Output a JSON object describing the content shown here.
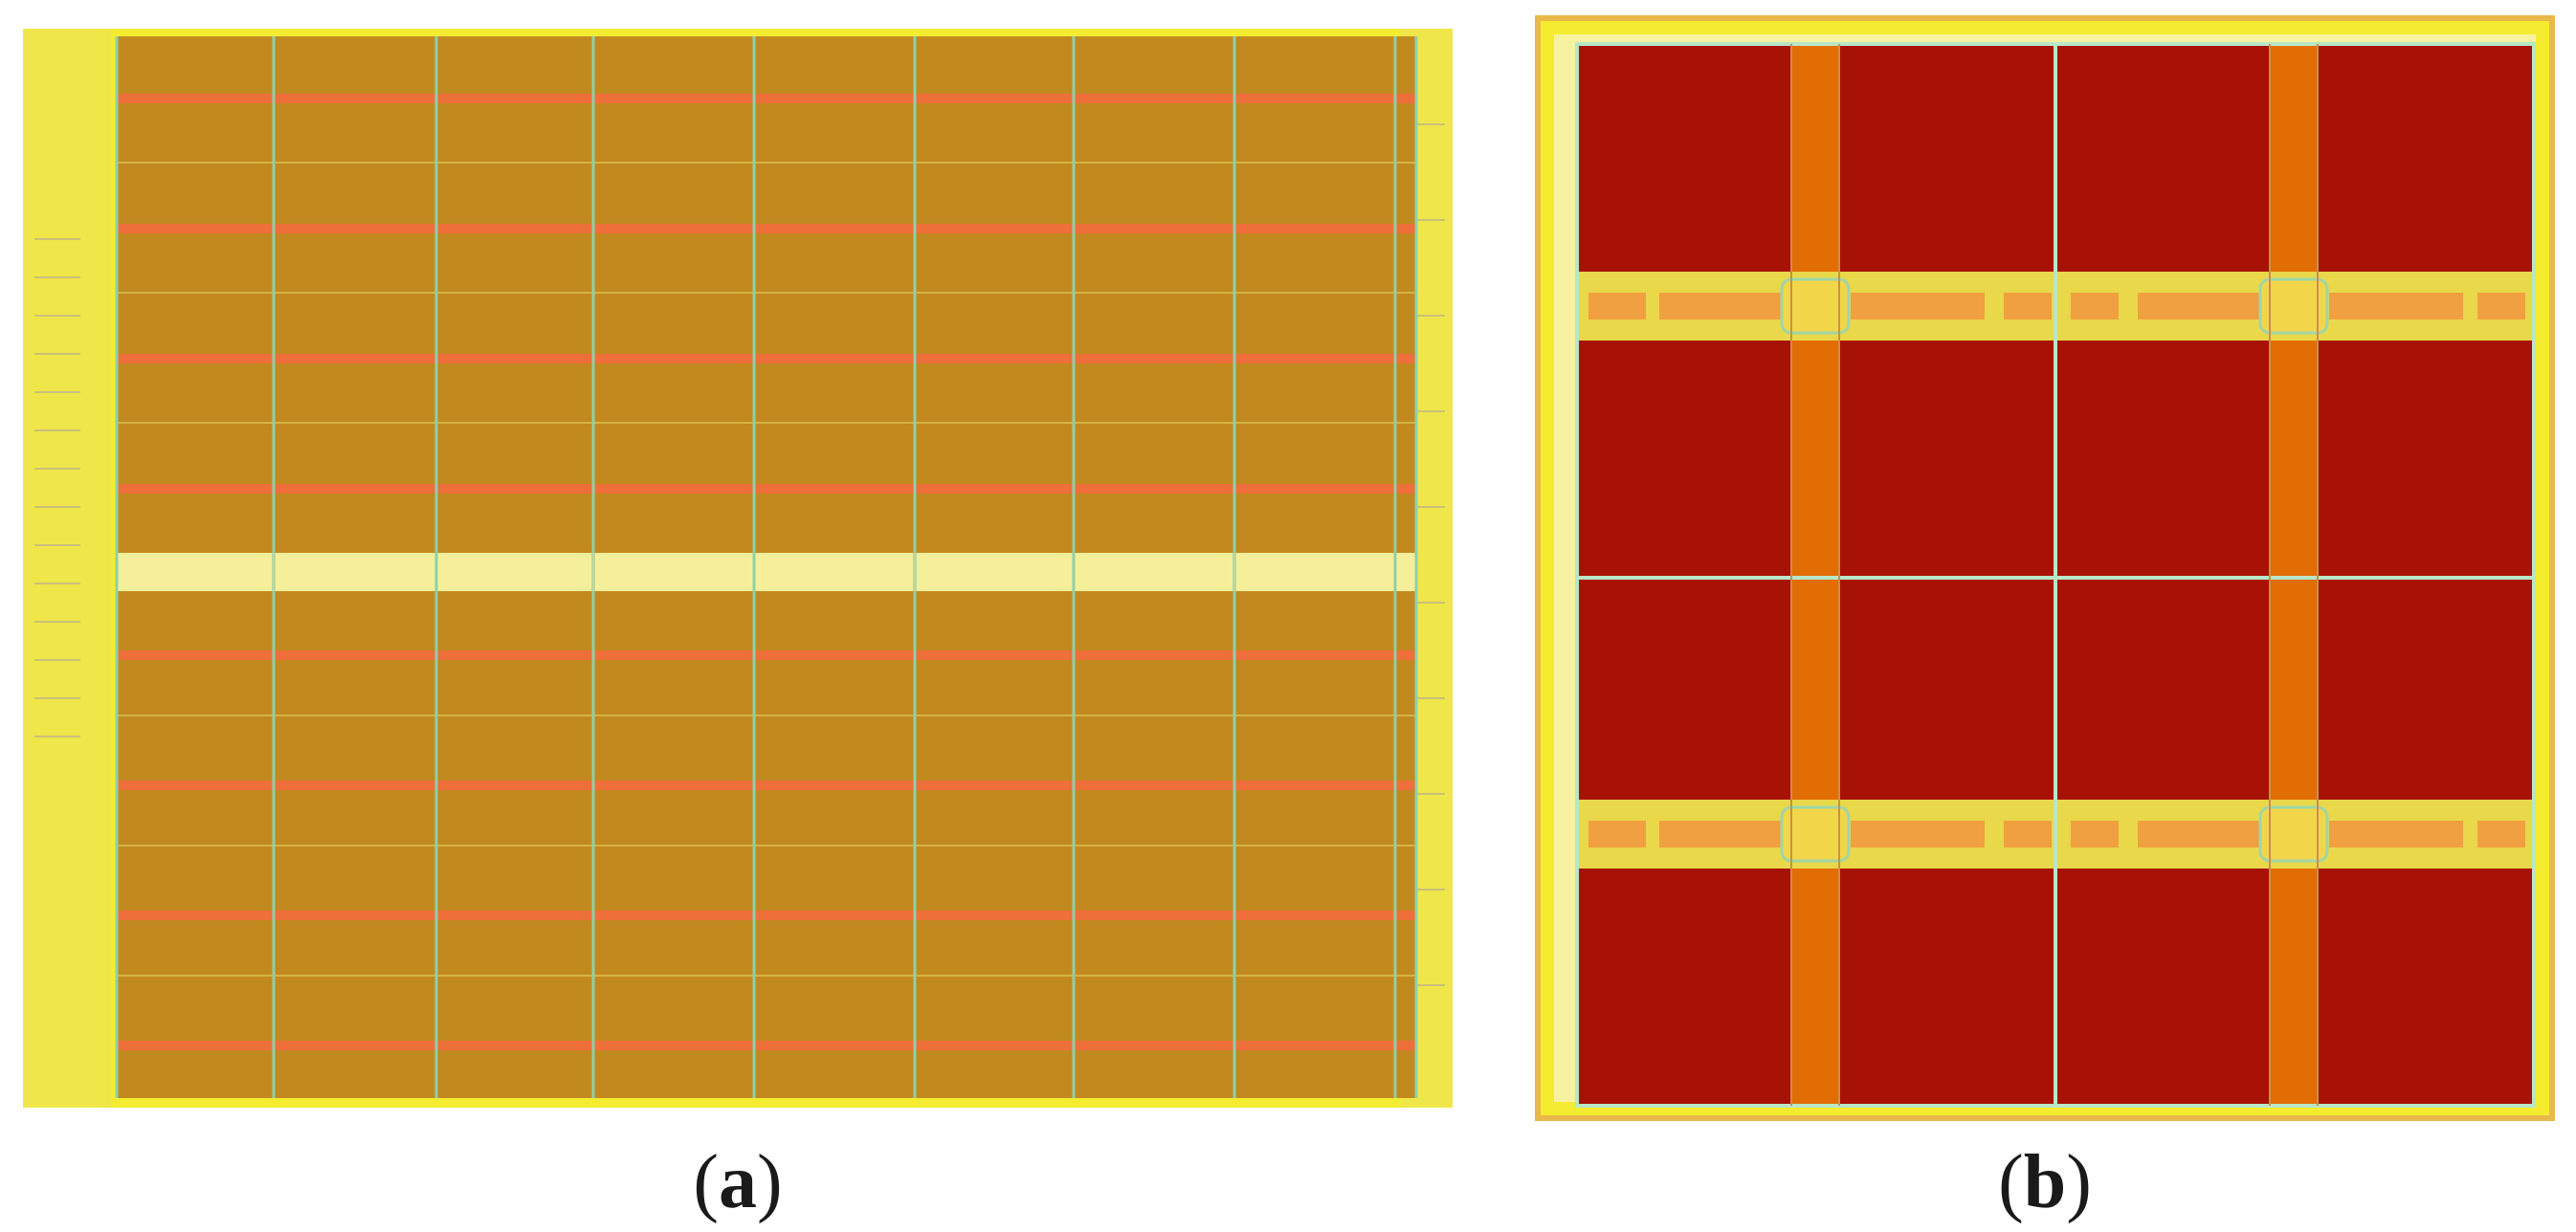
{
  "figure": {
    "panels": [
      {
        "id": "a",
        "caption_open": "(",
        "caption_letter": "a",
        "caption_close": ")",
        "description_colors": {
          "frame": "#f2ea2e",
          "cell": "#c2891f",
          "stripe": "#ee6f3a",
          "bus": "#f6ef9a",
          "grid": "#8fd0a8"
        }
      },
      {
        "id": "b",
        "caption_open": "(",
        "caption_letter": "b",
        "caption_close": ")",
        "description_colors": {
          "frame": "#f2ea2e",
          "cell": "#a81204",
          "column": "#e36d05",
          "bus": "#e8d84a",
          "grid": "#b8e6c8"
        }
      }
    ]
  }
}
